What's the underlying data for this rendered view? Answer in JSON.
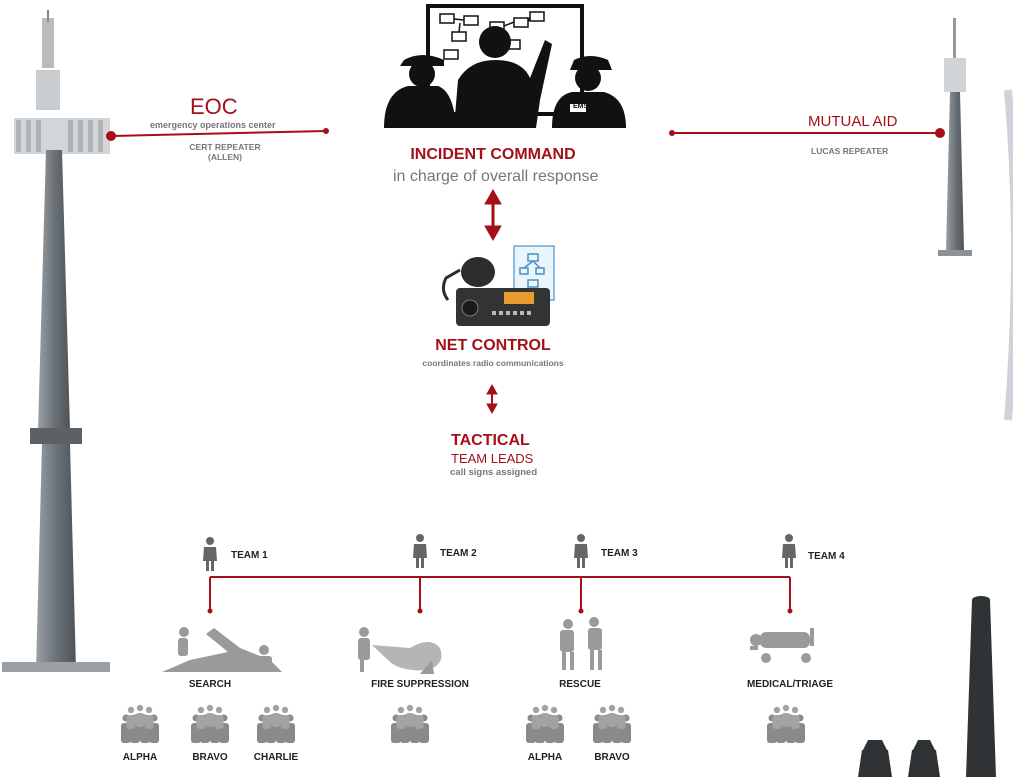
{
  "colors": {
    "accent": "#a50f1a",
    "muted": "#777777",
    "dark": "#222222",
    "tower": "#6f767c"
  },
  "eoc": {
    "title": "EOC",
    "subtitle": "emergency operations center",
    "repeater_line1": "CERT REPEATER",
    "repeater_line2": "(ALLEN)"
  },
  "mutual_aid": {
    "title": "MUTUAL AID",
    "repeater": "LUCAS REPEATER"
  },
  "incident_command": {
    "title": "INCIDENT COMMAND",
    "subtitle": "in charge of overall response",
    "badge": "EMS"
  },
  "net_control": {
    "title": "NET CONTROL",
    "subtitle": "coordinates radio communications"
  },
  "tactical": {
    "title": "TACTICAL",
    "line2": "TEAM LEADS",
    "line3": "call signs assigned"
  },
  "teams": [
    {
      "label": "TEAM 1",
      "role": "SEARCH",
      "icon": "search-team-icon",
      "squads": [
        "ALPHA",
        "BRAVO",
        "CHARLIE"
      ]
    },
    {
      "label": "TEAM 2",
      "role": "FIRE SUPPRESSION",
      "icon": "fire-suppression-icon",
      "squads": [
        ""
      ]
    },
    {
      "label": "TEAM 3",
      "role": "RESCUE",
      "icon": "rescue-icon",
      "squads": [
        "ALPHA",
        "BRAVO"
      ]
    },
    {
      "label": "TEAM 4",
      "role": "MEDICAL/TRIAGE",
      "icon": "medical-triage-icon",
      "squads": [
        ""
      ]
    }
  ]
}
